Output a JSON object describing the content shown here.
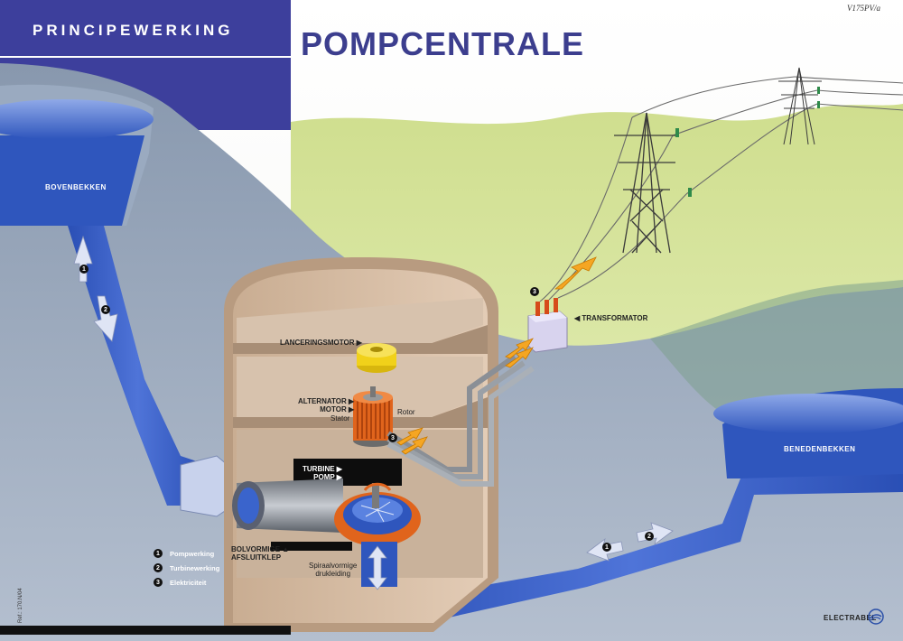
{
  "header": {
    "subtitle": "PRINCIPEWERKING",
    "title": "POMPCENTRALE",
    "code": "V175PV/a"
  },
  "labels": {
    "bovenbekken": "BOVENBEKKEN",
    "benedenbekken": "BENEDENBEKKEN",
    "transformator": "TRANSFORMATOR",
    "lanceringsmotor": "LANCERINGSMOTOR",
    "alternator": "ALTERNATOR",
    "motor": "MOTOR",
    "stator": "Stator",
    "rotor": "Rotor",
    "turbine": "TURBINE",
    "pomp": "POMP",
    "bolvormige": "BOLVORMIGE",
    "afsluitklep": "AFSLUITKLEP",
    "spiraal1": "Spiraalvormige",
    "spiraal2": "drukleiding"
  },
  "markers": {
    "one": "1",
    "two": "2",
    "three": "3"
  },
  "legend": [
    {
      "num": "1",
      "text": "Pompwerking"
    },
    {
      "num": "2",
      "text": "Turbinewerking"
    },
    {
      "num": "3",
      "text": "Elektriciteit"
    }
  ],
  "footer": {
    "ref": "Ref.: 170.N/04",
    "brand": "ELECTRABEL"
  },
  "colors": {
    "header_blue": "#3d3f9c",
    "hill_green": "#ccdc8a",
    "slate": "#8f9fb2",
    "water": "#2e53b9",
    "building": "#d9bfa6",
    "arrow_orange": "#f5a623"
  }
}
